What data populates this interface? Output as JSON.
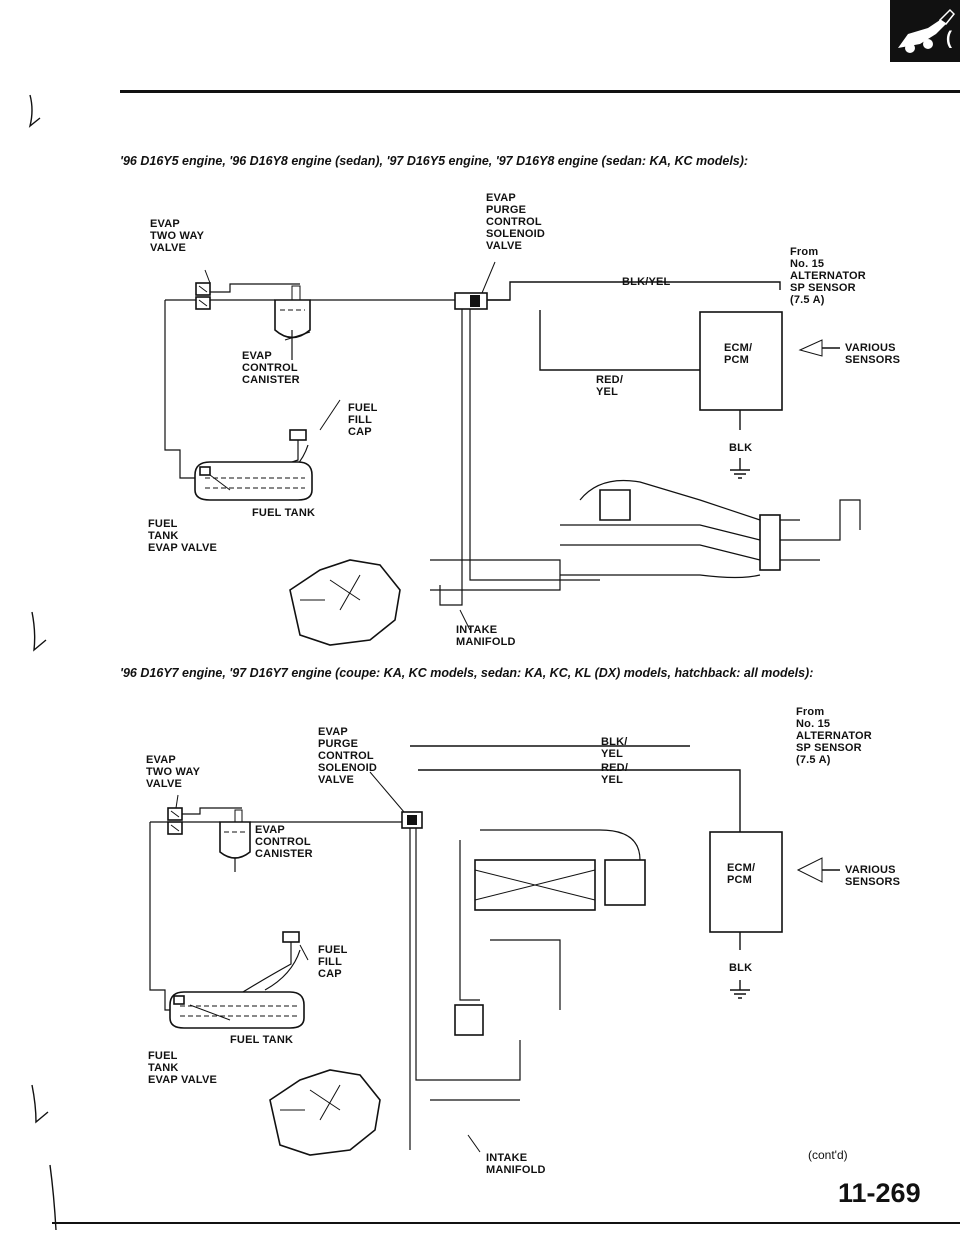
{
  "header": {
    "icon": "fuel-nozzle-car-icon",
    "rule_color": "#111111"
  },
  "diagram_top": {
    "heading": "'96 D16Y5 engine, '96 D16Y8 engine (sedan), '97 D16Y5 engine, '97 D16Y8 engine (sedan: KA, KC models):",
    "labels": {
      "two_way_valve": "EVAP\nTWO WAY\nVALVE",
      "purge_solenoid": "EVAP\nPURGE\nCONTROL\nSOLENOID\nVALVE",
      "from_alternator": "From\nNo. 15\nALTERNATOR\nSP SENSOR\n(7.5 A)",
      "wire_blk_yel": "BLK/YEL",
      "canister": "EVAP\nCONTROL\nCANISTER",
      "ecm": "ECM/\nPCM",
      "various_sensors": "VARIOUS\nSENSORS",
      "wire_red_yel": "RED/\nYEL",
      "fuel_fill_cap": "FUEL\nFILL\nCAP",
      "wire_blk": "BLK",
      "fuel_tank": "FUEL TANK",
      "tank_evap_valve": "FUEL\nTANK\nEVAP VALVE",
      "intake_manifold": "INTAKE\nMANIFOLD"
    }
  },
  "diagram_bottom": {
    "heading": "'96 D16Y7 engine, '97 D16Y7 engine (coupe: KA, KC models, sedan: KA, KC, KL (DX) models, hatchback: all models):",
    "labels": {
      "from_alternator": "From\nNo. 15\nALTERNATOR\nSP SENSOR\n(7.5 A)",
      "wire_blk_yel": "BLK/\nYEL",
      "purge_solenoid": "EVAP\nPURGE\nCONTROL\nSOLENOID\nVALVE",
      "wire_red_yel": "RED/\nYEL",
      "two_way_valve": "EVAP\nTWO WAY\nVALVE",
      "canister": "EVAP\nCONTROL\nCANISTER",
      "ecm": "ECM/\nPCM",
      "various_sensors": "VARIOUS\nSENSORS",
      "fuel_fill_cap": "FUEL\nFILL\nCAP",
      "wire_blk": "BLK",
      "fuel_tank": "FUEL TANK",
      "tank_evap_valve": "FUEL\nTANK\nEVAP VALVE",
      "intake_manifold": "INTAKE\nMANIFOLD"
    }
  },
  "footer": {
    "continued": "(cont'd)",
    "page_number": "11-269"
  }
}
